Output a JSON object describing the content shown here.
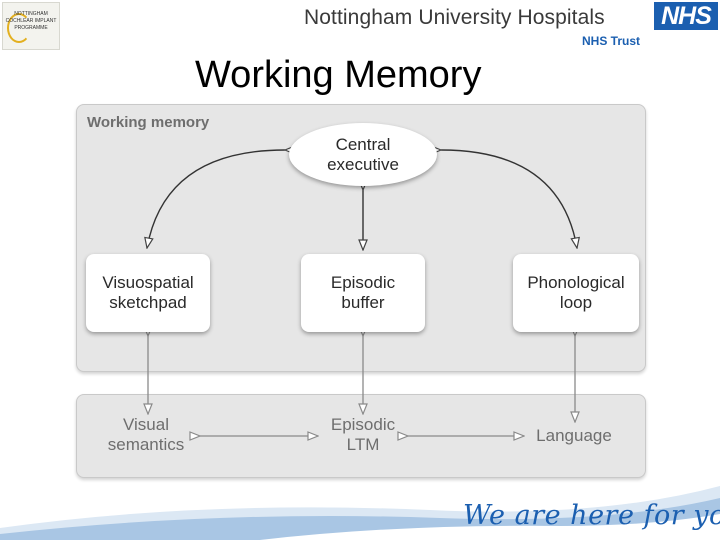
{
  "header": {
    "left_logo_lines": [
      "NOTTINGHAM",
      "COCHLEAR IMPLANT",
      "PROGRAMME"
    ],
    "hospital_name": "Nottingham University Hospitals",
    "nhs_logo": "NHS",
    "nhs_trust": "NHS Trust"
  },
  "slide_title": "Working Memory",
  "diagram": {
    "panel_title": "Working memory",
    "central_executive": "Central\nexecutive",
    "visuospatial": "Visuospatial\nsketchpad",
    "episodic_buffer": "Episodic\nbuffer",
    "phonological_loop": "Phonological\nloop",
    "visual_semantics": "Visual\nsemantics",
    "episodic_ltm": "Episodic\nLTM",
    "language": "Language"
  },
  "footer": {
    "slogan": "We are here for you"
  },
  "colors": {
    "nhs_blue": "#1b5fb0",
    "panel_grey": "#e6e6e6",
    "swoosh_blue": "#a9c6e4"
  }
}
